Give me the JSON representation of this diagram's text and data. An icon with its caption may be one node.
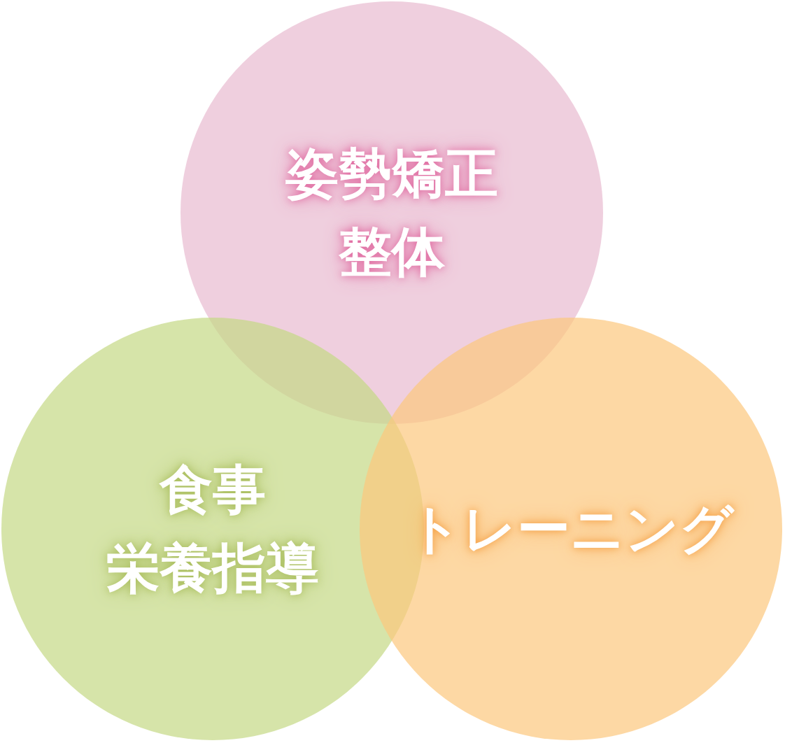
{
  "diagram": {
    "nodes": [
      {
        "text": [
          "姿勢矯正",
          "整体"
        ]
      },
      {
        "text": [
          "食事",
          "栄養指導"
        ]
      },
      {
        "text": [
          "トレーニング"
        ]
      }
    ]
  }
}
